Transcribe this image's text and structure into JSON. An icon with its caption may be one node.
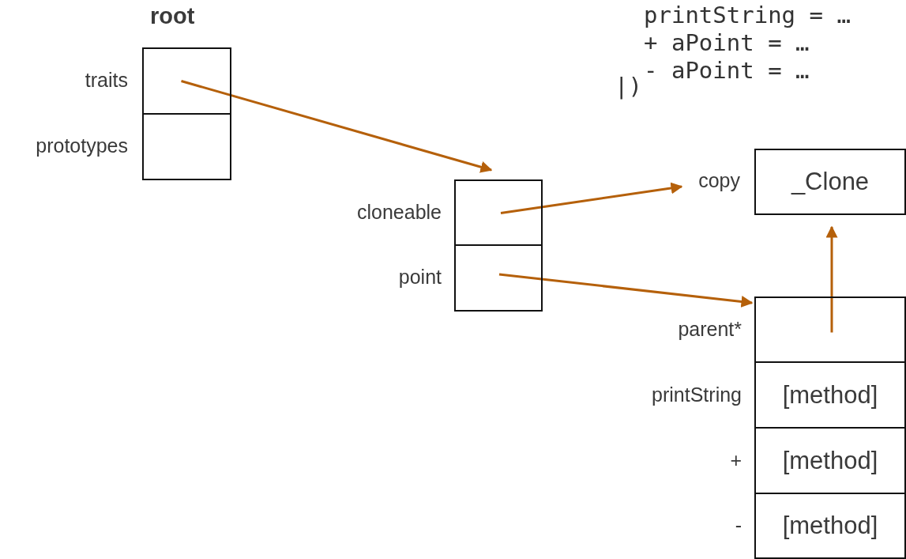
{
  "diagram": {
    "nodes": [
      {
        "text": [
          "root"
        ]
      },
      {
        "text": [
          "traits"
        ],
        "in": 0
      },
      {
        "text": [
          "prototypes"
        ],
        "in": 0
      },
      {
        "text": [],
        "shape": "box"
      },
      {
        "text": [
          "cloneable"
        ],
        "in": 3
      },
      {
        "text": [
          "point"
        ],
        "in": 3
      },
      {
        "text": [
          "copy",
          "_Clone"
        ]
      },
      {
        "text": [],
        "shape": "box"
      },
      {
        "text": [
          "parent*"
        ],
        "in": 7
      },
      {
        "text": [
          "printString",
          "[method]"
        ],
        "in": 7
      },
      {
        "text": [
          "+",
          "[method]"
        ],
        "in": 7
      },
      {
        "text": [
          "-",
          "[method]"
        ],
        "in": 7
      }
    ],
    "edges": [
      {
        "from": 1,
        "to": 3,
        "arrow": "to"
      },
      {
        "from": 4,
        "to": 6,
        "arrow": "to"
      },
      {
        "from": 5,
        "to": 7,
        "arrow": "to"
      },
      {
        "from": 8,
        "to": 6,
        "arrow": "to"
      }
    ],
    "labels": [
      "printString = …",
      "+ aPoint = …",
      "- aPoint = …",
      "|)"
    ]
  }
}
